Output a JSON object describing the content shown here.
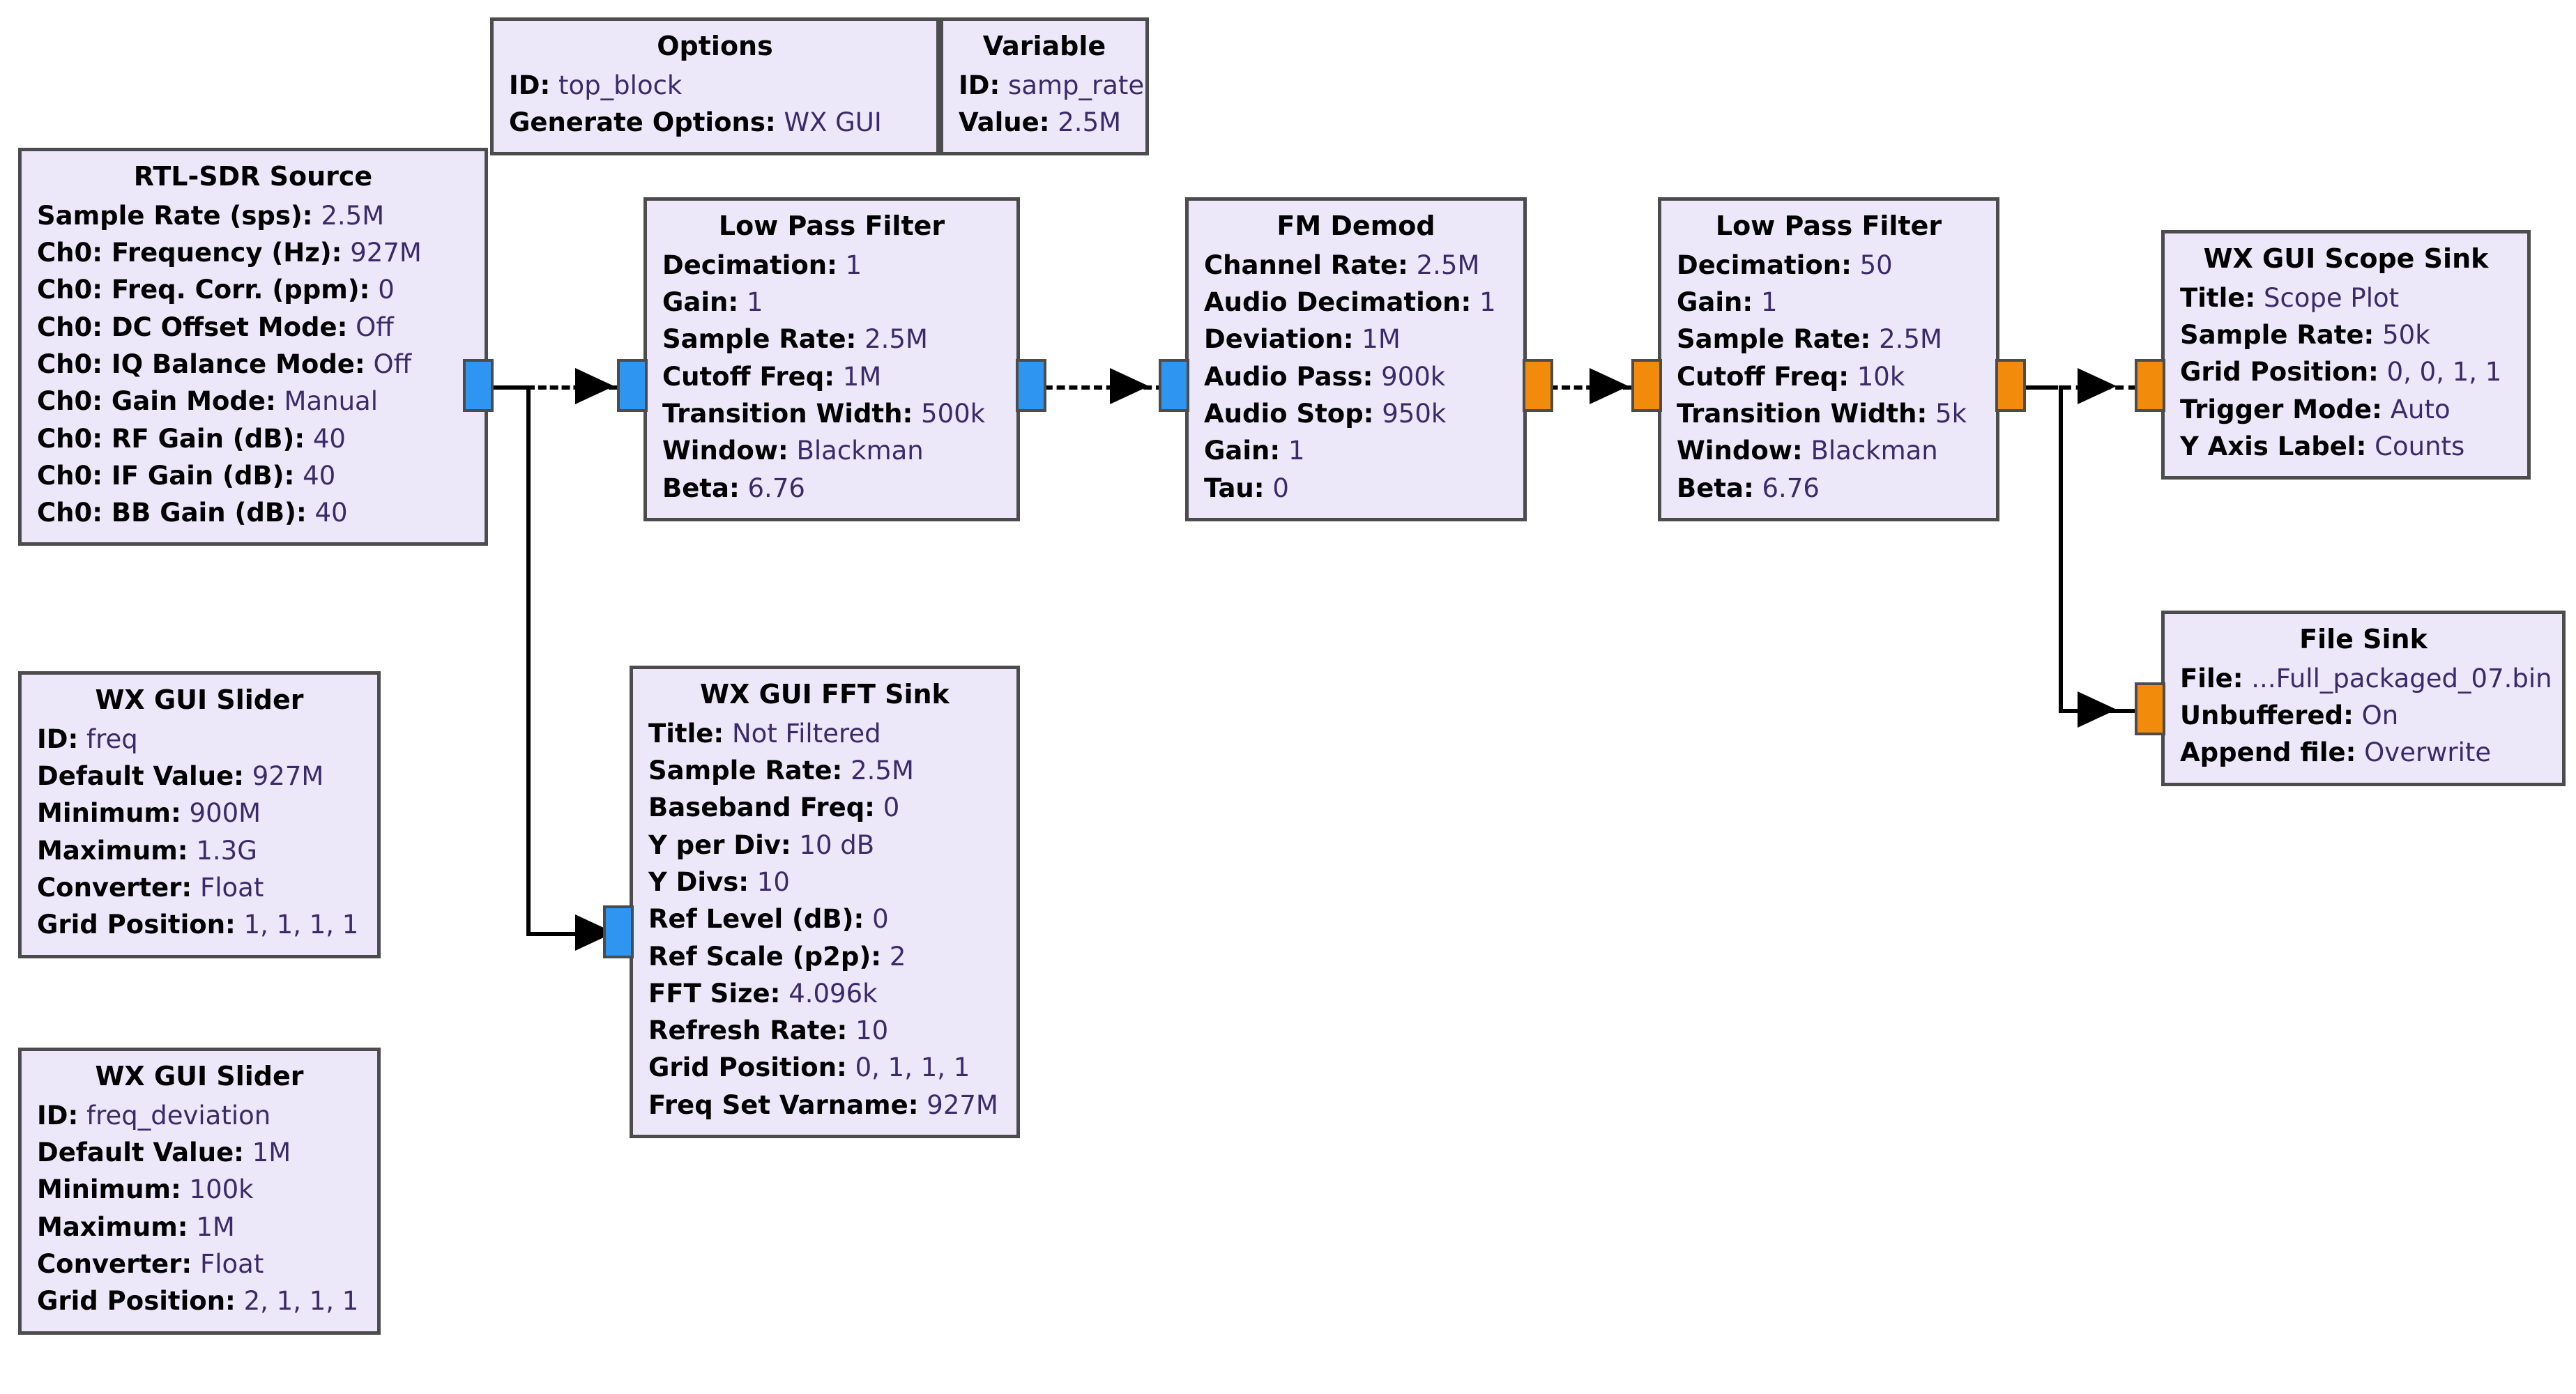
{
  "app": {
    "name": "GNU Radio Companion Flowgraph",
    "canvas_background": "#ffffff",
    "block_fill": "#ECE8FA",
    "block_border": "#4C4C4C",
    "port_complex_color": "#2E96F0",
    "port_float_color": "#F28A0C"
  },
  "blocks": {
    "options": {
      "title": "Options",
      "props": [
        {
          "key": "ID:",
          "value": "top_block"
        },
        {
          "key": "Generate Options:",
          "value": "WX GUI"
        }
      ]
    },
    "variable": {
      "title": "Variable",
      "props": [
        {
          "key": "ID:",
          "value": "samp_rate"
        },
        {
          "key": "Value:",
          "value": "2.5M"
        }
      ]
    },
    "rtl_sdr_source": {
      "title": "RTL-SDR Source",
      "props": [
        {
          "key": "Sample Rate (sps):",
          "value": "2.5M"
        },
        {
          "key": "Ch0: Frequency (Hz):",
          "value": "927M"
        },
        {
          "key": "Ch0: Freq. Corr. (ppm):",
          "value": "0"
        },
        {
          "key": "Ch0: DC Offset Mode:",
          "value": "Off"
        },
        {
          "key": "Ch0: IQ Balance Mode:",
          "value": "Off"
        },
        {
          "key": "Ch0: Gain Mode:",
          "value": "Manual"
        },
        {
          "key": "Ch0: RF Gain (dB):",
          "value": "40"
        },
        {
          "key": "Ch0: IF Gain (dB):",
          "value": "40"
        },
        {
          "key": "Ch0: BB Gain (dB):",
          "value": "40"
        }
      ]
    },
    "low_pass_filter_1": {
      "title": "Low Pass Filter",
      "props": [
        {
          "key": "Decimation:",
          "value": "1"
        },
        {
          "key": "Gain:",
          "value": "1"
        },
        {
          "key": "Sample Rate:",
          "value": "2.5M"
        },
        {
          "key": "Cutoff Freq:",
          "value": "1M"
        },
        {
          "key": "Transition Width:",
          "value": "500k"
        },
        {
          "key": "Window:",
          "value": "Blackman"
        },
        {
          "key": "Beta:",
          "value": "6.76"
        }
      ]
    },
    "fm_demod": {
      "title": "FM Demod",
      "props": [
        {
          "key": "Channel Rate:",
          "value": "2.5M"
        },
        {
          "key": "Audio Decimation:",
          "value": "1"
        },
        {
          "key": "Deviation:",
          "value": "1M"
        },
        {
          "key": "Audio Pass:",
          "value": "900k"
        },
        {
          "key": "Audio Stop:",
          "value": "950k"
        },
        {
          "key": "Gain:",
          "value": "1"
        },
        {
          "key": "Tau:",
          "value": "0"
        }
      ]
    },
    "low_pass_filter_2": {
      "title": "Low Pass Filter",
      "props": [
        {
          "key": "Decimation:",
          "value": "50"
        },
        {
          "key": "Gain:",
          "value": "1"
        },
        {
          "key": "Sample Rate:",
          "value": "2.5M"
        },
        {
          "key": "Cutoff Freq:",
          "value": "10k"
        },
        {
          "key": "Transition Width:",
          "value": "5k"
        },
        {
          "key": "Window:",
          "value": "Blackman"
        },
        {
          "key": "Beta:",
          "value": "6.76"
        }
      ]
    },
    "wx_gui_scope_sink": {
      "title": "WX GUI Scope Sink",
      "props": [
        {
          "key": "Title:",
          "value": "Scope Plot"
        },
        {
          "key": "Sample Rate:",
          "value": "50k"
        },
        {
          "key": "Grid Position:",
          "value": "0, 0, 1, 1"
        },
        {
          "key": "Trigger Mode:",
          "value": "Auto"
        },
        {
          "key": "Y Axis Label:",
          "value": "Counts"
        }
      ]
    },
    "file_sink": {
      "title": "File Sink",
      "props": [
        {
          "key": "File:",
          "value": "...Full_packaged_07.bin"
        },
        {
          "key": "Unbuffered:",
          "value": "On"
        },
        {
          "key": "Append file:",
          "value": "Overwrite"
        }
      ]
    },
    "wx_gui_fft_sink": {
      "title": "WX GUI FFT Sink",
      "props": [
        {
          "key": "Title:",
          "value": "Not Filtered"
        },
        {
          "key": "Sample Rate:",
          "value": "2.5M"
        },
        {
          "key": "Baseband Freq:",
          "value": "0"
        },
        {
          "key": "Y per Div:",
          "value": "10 dB"
        },
        {
          "key": "Y Divs:",
          "value": "10"
        },
        {
          "key": "Ref Level (dB):",
          "value": "0"
        },
        {
          "key": "Ref Scale (p2p):",
          "value": "2"
        },
        {
          "key": "FFT Size:",
          "value": "4.096k"
        },
        {
          "key": "Refresh Rate:",
          "value": "10"
        },
        {
          "key": "Grid Position:",
          "value": "0, 1, 1, 1"
        },
        {
          "key": "Freq Set Varname:",
          "value": "927M"
        }
      ]
    },
    "wx_gui_slider_freq": {
      "title": "WX GUI Slider",
      "props": [
        {
          "key": "ID:",
          "value": "freq"
        },
        {
          "key": "Default Value:",
          "value": "927M"
        },
        {
          "key": "Minimum:",
          "value": "900M"
        },
        {
          "key": "Maximum:",
          "value": "1.3G"
        },
        {
          "key": "Converter:",
          "value": "Float"
        },
        {
          "key": "Grid Position:",
          "value": "1, 1, 1, 1"
        }
      ]
    },
    "wx_gui_slider_freq_deviation": {
      "title": "WX GUI Slider",
      "props": [
        {
          "key": "ID:",
          "value": "freq_deviation"
        },
        {
          "key": "Default Value:",
          "value": "1M"
        },
        {
          "key": "Minimum:",
          "value": "100k"
        },
        {
          "key": "Maximum:",
          "value": "1M"
        },
        {
          "key": "Converter:",
          "value": "Float"
        },
        {
          "key": "Grid Position:",
          "value": "2, 1, 1, 1"
        }
      ]
    }
  }
}
